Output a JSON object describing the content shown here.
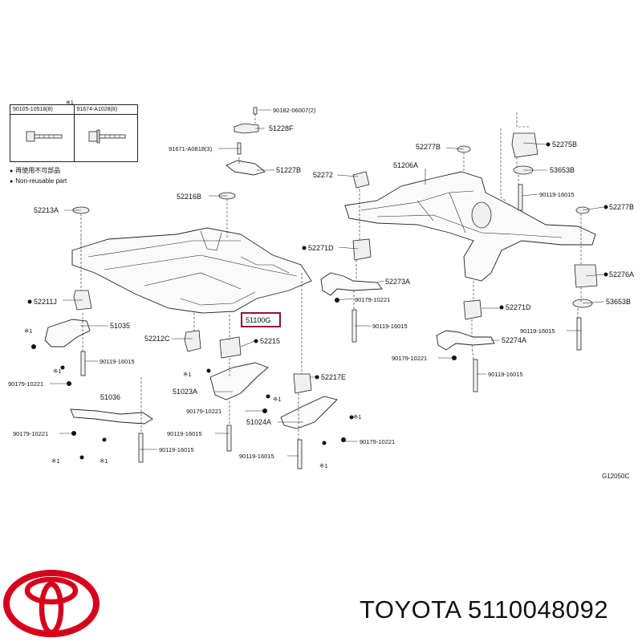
{
  "legend": {
    "marker": "※1",
    "col1": "90105-10518(8)",
    "col2": "91674-A1028(8)"
  },
  "notes": {
    "line1": "再使用不可部品",
    "line2": "Non-reusable part"
  },
  "labels": [
    "90182-06007(2)",
    "51228F",
    "91671-A0818(3)",
    "51227B",
    "52216B",
    "52213A",
    "52211J",
    "51035",
    "90119-16015",
    "90179-10221",
    "51036",
    "90179-10221",
    "90119-16015",
    "52212C",
    "51100G",
    "52215",
    "51023A",
    "90179-10221",
    "90119-16015",
    "51024A",
    "90119-16015",
    "90179-10221",
    "52217E",
    "52277B",
    "52275B",
    "53653B",
    "52272",
    "51206A",
    "90119-16015",
    "52277B",
    "52271D",
    "52273A",
    "90179-10221",
    "90119-16015",
    "52276A",
    "52271D",
    "53653B",
    "90119-16015",
    "52274A",
    "90179-10221",
    "90119-16015"
  ],
  "marks": [
    "※1",
    "※1",
    "※1",
    "※1",
    "※1",
    "※1",
    "※1",
    "※1"
  ],
  "diagram_code": "G12050C",
  "brand": {
    "text": "TOYOTA 5110048092",
    "logo_color": "#d6001c"
  }
}
